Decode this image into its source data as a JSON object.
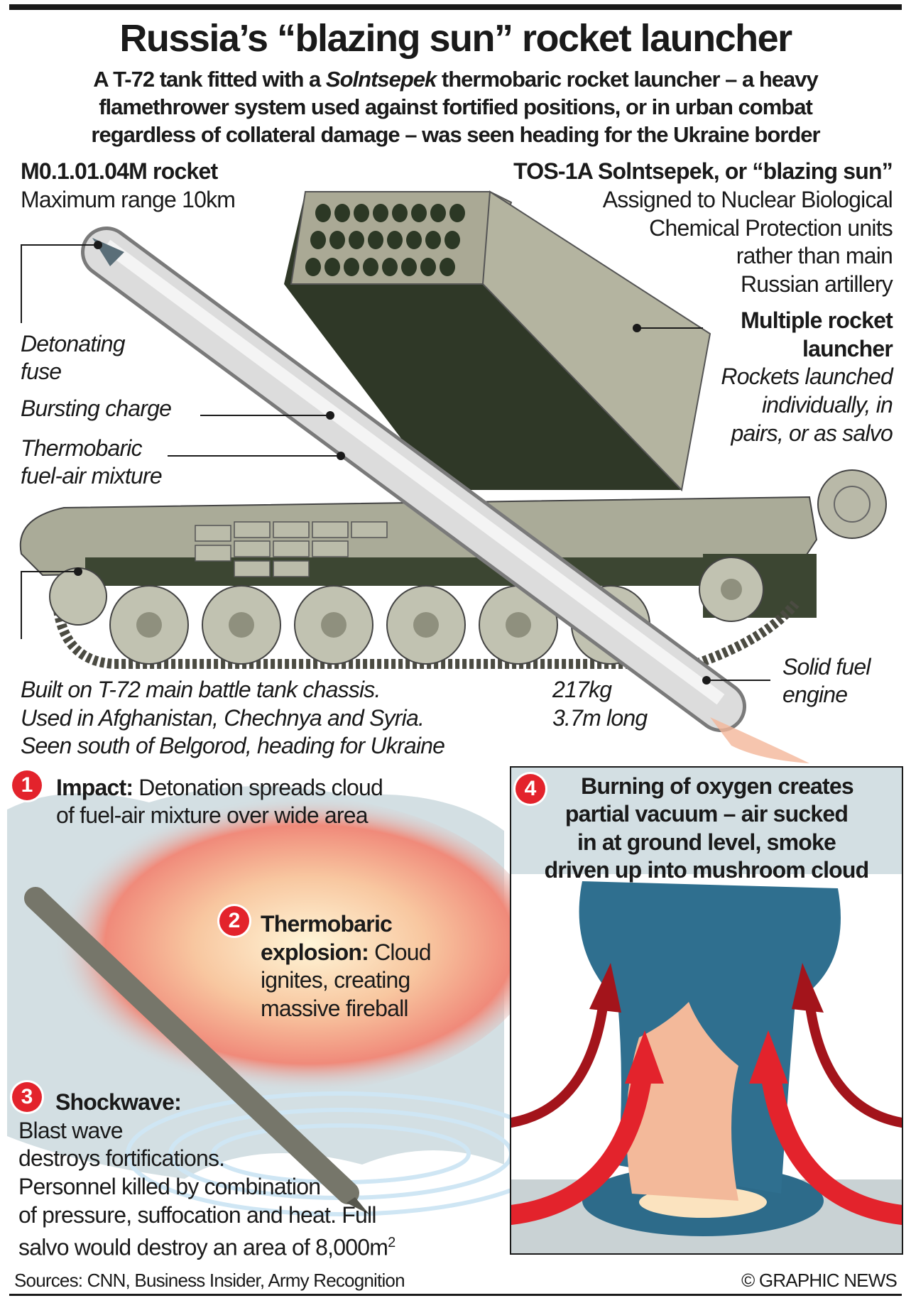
{
  "header": {
    "title": "Russia’s “blazing sun” rocket launcher",
    "subtitle_lines": [
      {
        "pre": "A T-72 tank fitted with a ",
        "em": "Solntsepek",
        "post": " thermobaric rocket launcher – a heavy"
      },
      "flamethrower system used against fortified positions, or in urban combat",
      "regardless of collateral damage – was seen heading for the Ukraine border"
    ]
  },
  "rocket": {
    "title": "M0.1.01.04M rocket",
    "range": "Maximum range 10km",
    "parts": {
      "fuse": [
        "Detonating",
        "fuse"
      ],
      "bursting": "Bursting charge",
      "mixture": [
        "Thermobaric",
        "fuel-air mixture"
      ],
      "engine": [
        "Solid fuel",
        "engine"
      ]
    },
    "weight": "217kg",
    "length": "3.7m long"
  },
  "launcher": {
    "title": "TOS-1A Solntsepek, or “blazing sun”",
    "desc": [
      "Assigned to Nuclear Biological",
      "Chemical Protection units",
      "rather than main",
      "Russian artillery"
    ],
    "mrl_title": [
      "Multiple rocket",
      "launcher"
    ],
    "mrl_desc": [
      "Rockets launched",
      "individually, in",
      "pairs, or as salvo"
    ],
    "chassis": [
      "Built on T-72 main battle tank chassis.",
      "Used in Afghanistan, Chechnya and Syria.",
      "Seen south of Belgorod, heading for Ukraine"
    ]
  },
  "steps": [
    {
      "num": "1",
      "bold": "Impact:",
      "text": [
        " Detonation spreads cloud",
        "of fuel-air mixture over wide area"
      ]
    },
    {
      "num": "2",
      "bold": [
        "Thermobaric",
        "explosion:"
      ],
      "text": [
        " Cloud",
        "ignites, creating",
        "massive fireball"
      ]
    },
    {
      "num": "3",
      "bold": "Shockwave:",
      "text": [
        "Blast wave",
        "destroys fortifications.",
        "Personnel killed by combination",
        "of pressure, suffocation and heat. Full",
        "salvo would destroy an area of 8,000m"
      ],
      "sup": "2"
    },
    {
      "num": "4",
      "bold": [
        "Burning of oxygen creates",
        "partial vacuum – air sucked",
        "in at ground level, smoke",
        "driven up into mushroom cloud"
      ]
    }
  ],
  "footer": {
    "sources": "Sources: CNN, Business Insider, Army Recognition",
    "credit": "© GRAPHIC NEWS"
  },
  "colors": {
    "accent": "#e3232c",
    "tank": "#a9aa98",
    "launcher_dark": "#3a4230",
    "smoke": "#2f6f8f",
    "haze": "#d3dfe3"
  }
}
